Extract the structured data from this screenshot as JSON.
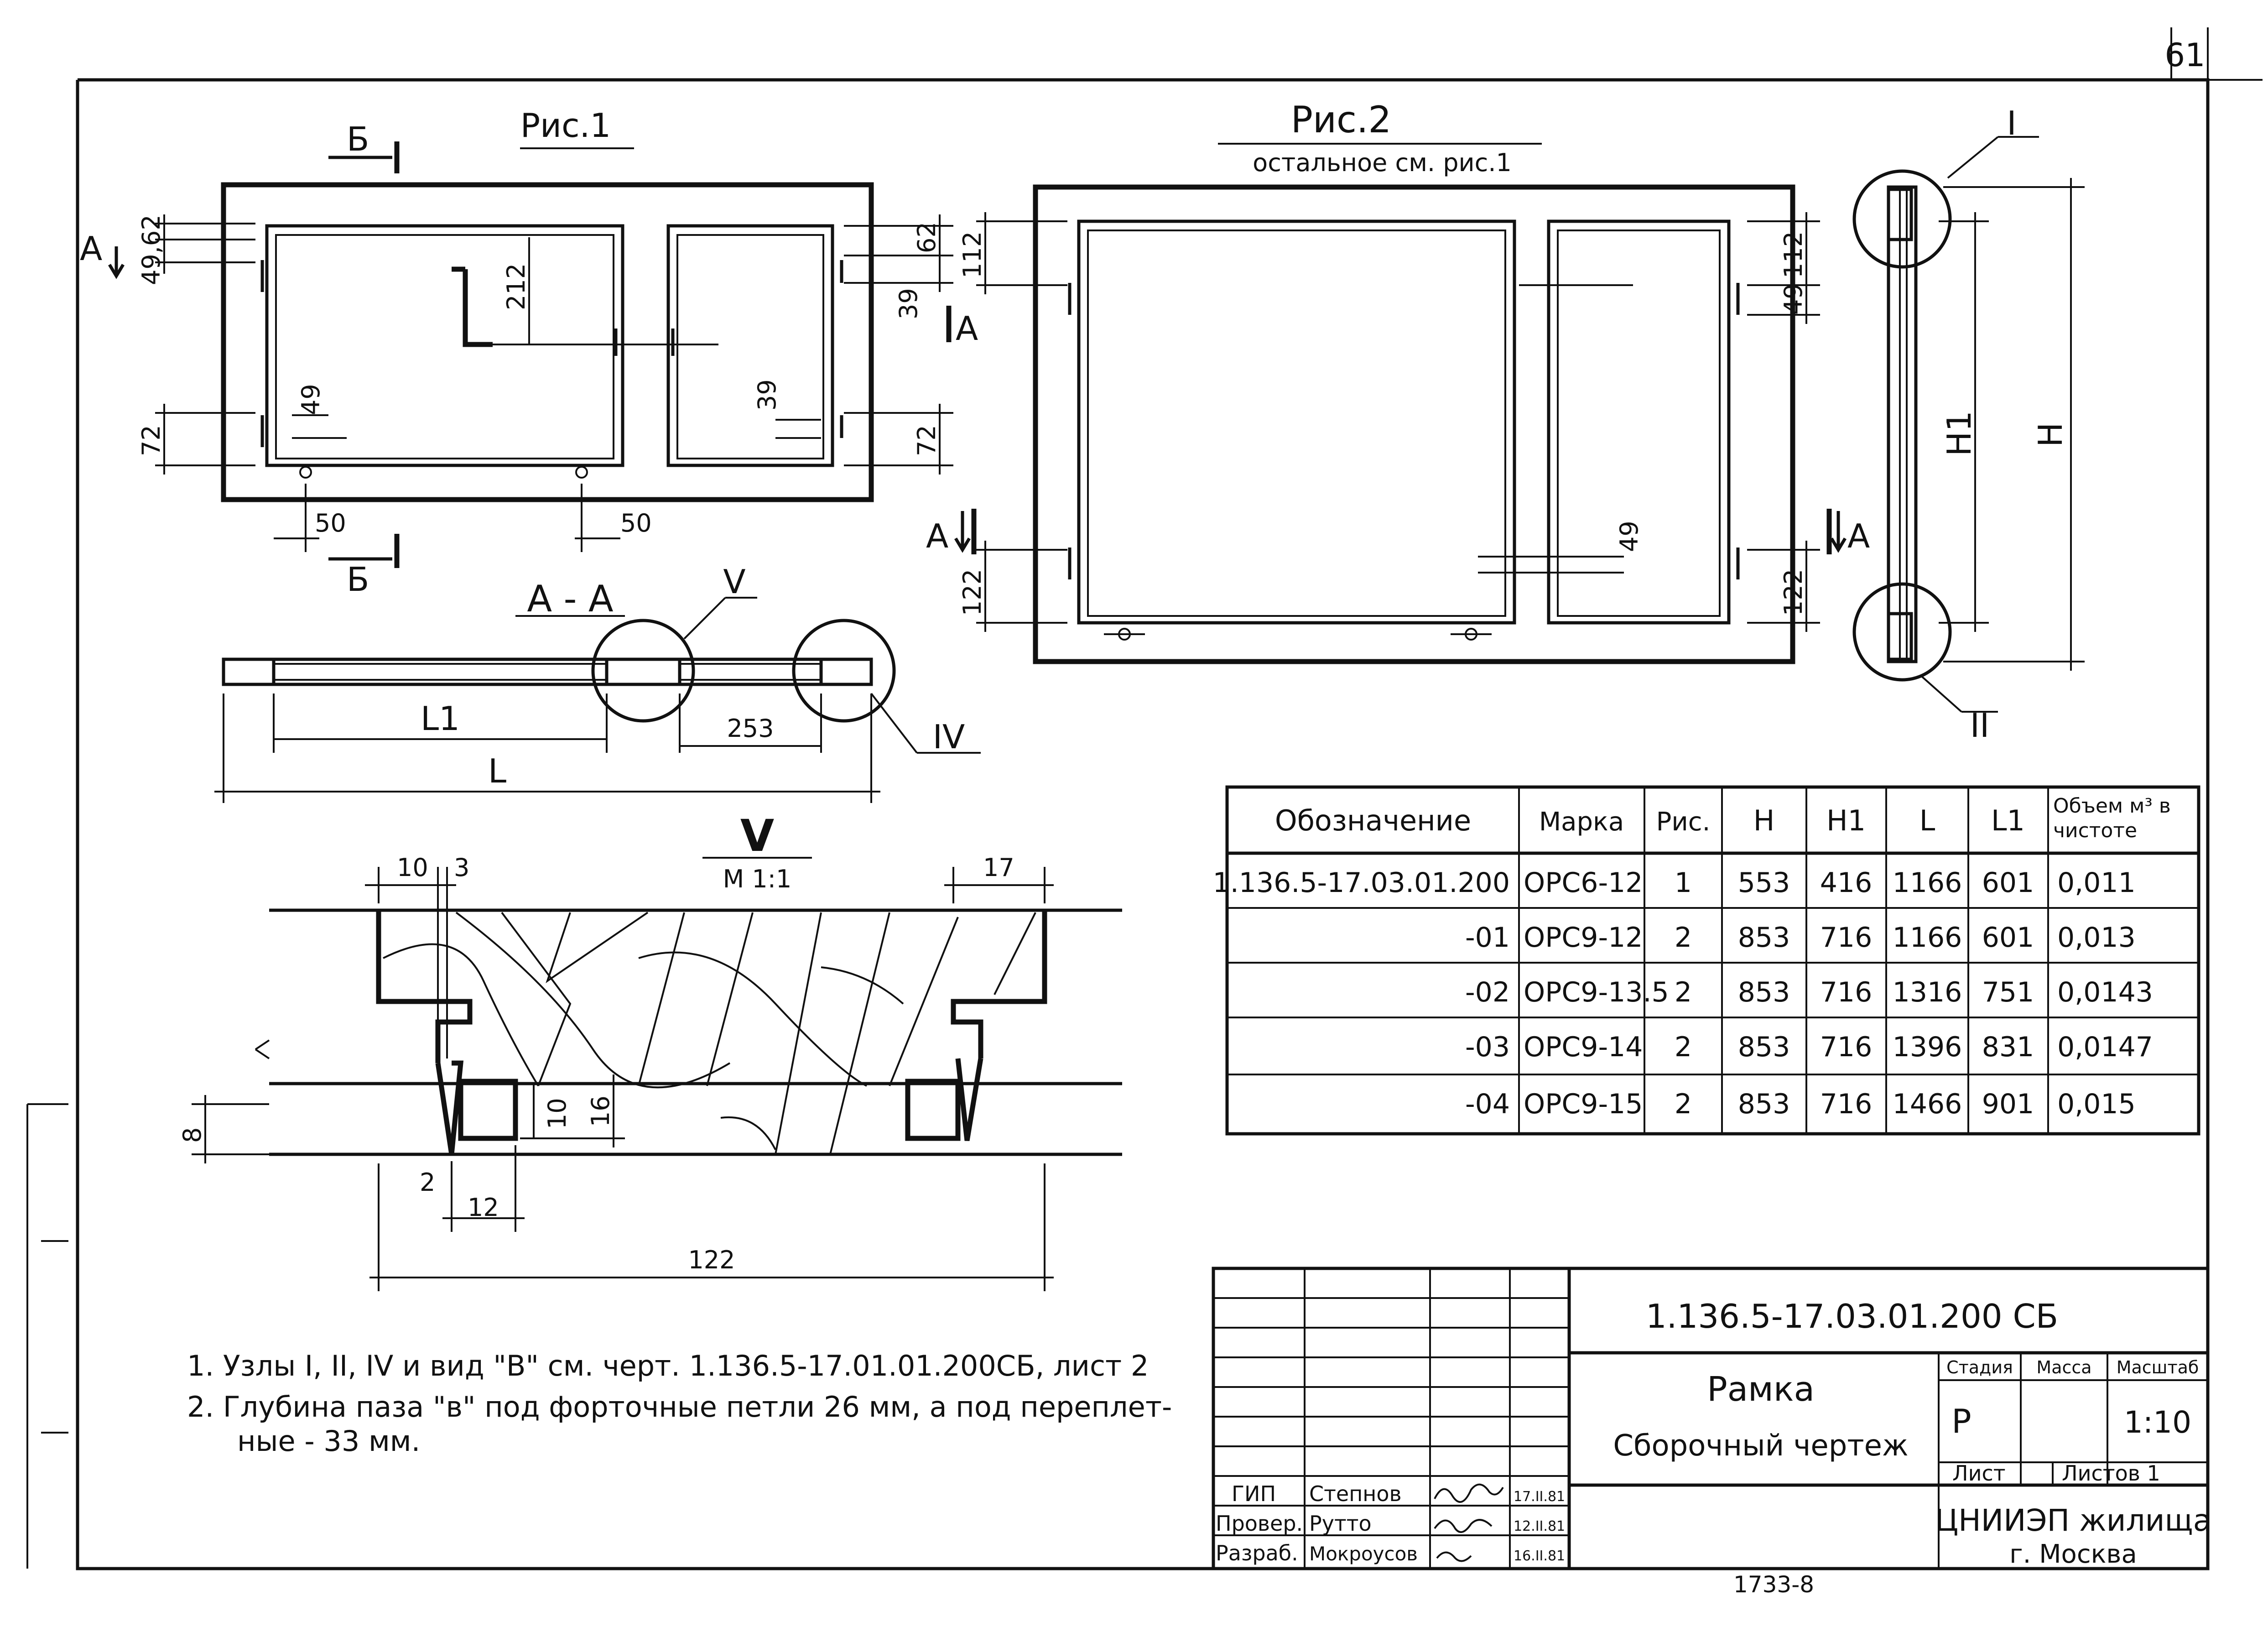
{
  "sheet_number": "61",
  "fig1": {
    "title": "Рис.1",
    "section_letter_b": "Б",
    "section_letter_a": "А",
    "dims": [
      "49,62",
      "212",
      "49",
      "72",
      "50",
      "50",
      "62",
      "39",
      "39",
      "72"
    ]
  },
  "fig2": {
    "title": "Рис.2",
    "subtitle": "остальное см. рис.1",
    "section_letter_a": "А",
    "dims": [
      "112",
      "122",
      "112",
      "49",
      "49",
      "122"
    ]
  },
  "section_aa": {
    "title": "А - А",
    "callout_v": "V",
    "callout_iv": "IV",
    "dim_l1": "L1",
    "dim_253": "253",
    "dim_l": "L"
  },
  "side_view": {
    "callout_i": "I",
    "callout_ii": "II",
    "dim_h1": "H1",
    "dim_h": "H"
  },
  "detail_v": {
    "title": "V",
    "scale": "М 1:1",
    "dims": [
      "10",
      "3",
      "17",
      "8",
      "10",
      "16",
      "2",
      "12",
      "122"
    ]
  },
  "spec_table": {
    "headers": [
      "Обозначение",
      "Марка",
      "Рис.",
      "H",
      "H1",
      "L",
      "L1",
      "Объем м³ в чистоте"
    ],
    "rows": [
      [
        "1.136.5-17.03.01.200",
        "ОРС6-12",
        "1",
        "553",
        "416",
        "1166",
        "601",
        "0,011"
      ],
      [
        "-01",
        "ОРС9-12",
        "2",
        "853",
        "716",
        "1166",
        "601",
        "0,013"
      ],
      [
        "-02",
        "ОРС9-13.5",
        "2",
        "853",
        "716",
        "1316",
        "751",
        "0,0143"
      ],
      [
        "-03",
        "ОРС9-14",
        "2",
        "853",
        "716",
        "1396",
        "831",
        "0,0147"
      ],
      [
        "-04",
        "ОРС9-15",
        "2",
        "853",
        "716",
        "1466",
        "901",
        "0,015"
      ]
    ]
  },
  "notes": [
    "1. Узлы I, II, IV и вид \"В\" см. черт. 1.136.5-17.01.01.200СБ, лист 2",
    "2. Глубина паза \"в\" под форточные петли 26 мм, а под переплет-",
    "ные - 33 мм."
  ],
  "title_block": {
    "doc_code": "1.136.5-17.03.01.200 СБ",
    "name_line1": "Рамка",
    "name_line2": "Сборочный чертеж",
    "stage_label": "Стадия",
    "mass_label": "Масса",
    "scale_label": "Масштаб",
    "stage": "Р",
    "mass": "",
    "scale": "1:10",
    "sheet_label": "Лист",
    "sheets_label": "Листов 1",
    "org_line1": "ЦНИИЭП жилища",
    "org_line2": "г. Москва",
    "signers": [
      {
        "role": "ГИП",
        "name": "Степнов",
        "date": "17.II.81"
      },
      {
        "role": "Провер.",
        "name": "Рутто",
        "date": "12.II.81"
      },
      {
        "role": "Разраб.",
        "name": "Мокроусов",
        "date": "16.II.81"
      }
    ]
  },
  "archive_number": "1733-8"
}
